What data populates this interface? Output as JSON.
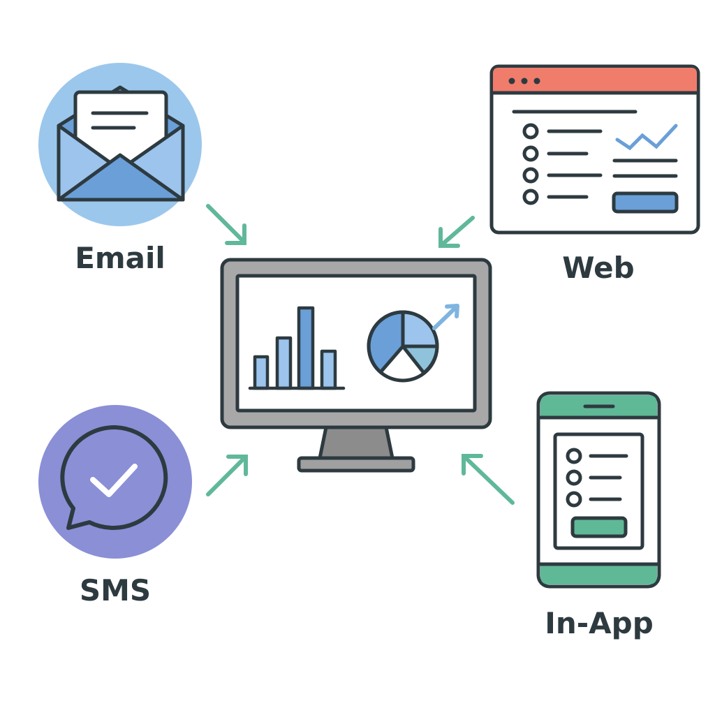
{
  "labels": {
    "email": "Email",
    "web": "Web",
    "sms": "SMS",
    "in_app": "In-App"
  },
  "icons": {
    "email": "envelope-icon",
    "web": "browser-window-icon",
    "sms": "chat-bubble-check-icon",
    "in_app": "mobile-phone-icon",
    "center": "monitor-dashboard-icon"
  },
  "colors": {
    "outline": "#2d3a40",
    "email_bg": "#9cc7ec",
    "sms_bg": "#8a8fd6",
    "web_header": "#f07c6b",
    "app_accent": "#5fb896",
    "arrow": "#5fb89a",
    "blue": "#6a9fd8",
    "light_blue": "#9cc4ec",
    "monitor_frame": "#a8a8a8"
  }
}
